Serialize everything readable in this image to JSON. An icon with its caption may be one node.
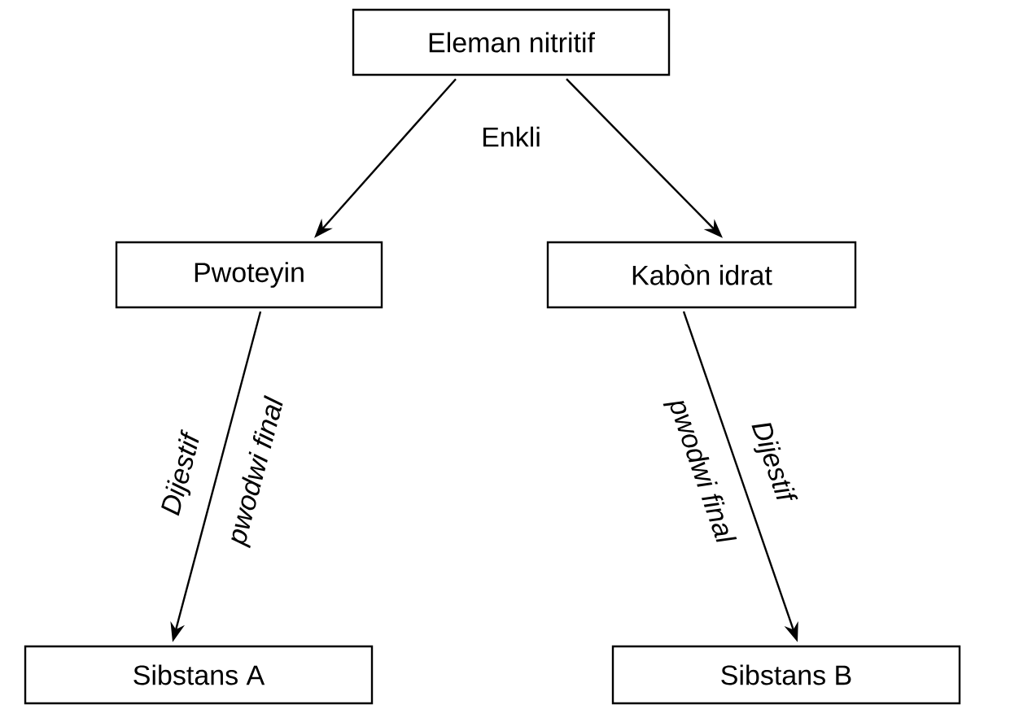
{
  "diagram": {
    "nodes": [
      {
        "text": [
          "Eleman nitritif"
        ]
      },
      {
        "text": [
          "Pwoteyin"
        ]
      },
      {
        "text": [
          "Kabòn idrat"
        ]
      },
      {
        "text": [
          "Sibstans A"
        ]
      },
      {
        "text": [
          "Sibstans B"
        ]
      }
    ],
    "edges": [
      {
        "from": 0,
        "to": 1,
        "arrow": "to"
      },
      {
        "from": 0,
        "to": 2,
        "arrow": "to"
      },
      {
        "from": 1,
        "to": 3,
        "arrow": "to"
      },
      {
        "from": 2,
        "to": 4,
        "arrow": "to"
      }
    ],
    "labels": [
      "Enkli",
      "Dijestif",
      "pwodwi final",
      "pwodwi final",
      "Dijestif"
    ]
  }
}
